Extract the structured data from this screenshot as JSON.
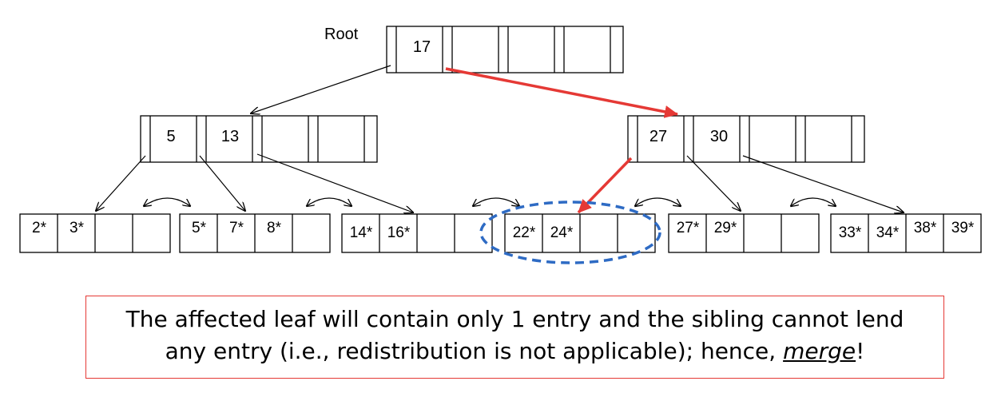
{
  "root": {
    "label": "Root",
    "keys": [
      "17",
      "",
      "",
      ""
    ]
  },
  "inner_left": {
    "keys": [
      "5",
      "13",
      "",
      ""
    ]
  },
  "inner_right": {
    "keys": [
      "27",
      "30",
      "",
      ""
    ]
  },
  "leaves": [
    {
      "entries": [
        "2*",
        "3*",
        "",
        ""
      ]
    },
    {
      "entries": [
        "5*",
        "7*",
        "8*",
        ""
      ]
    },
    {
      "entries": [
        "14*",
        "16*",
        "",
        ""
      ]
    },
    {
      "entries": [
        "22*",
        "24*",
        "",
        ""
      ]
    },
    {
      "entries": [
        "27*",
        "29*",
        "",
        ""
      ]
    },
    {
      "entries": [
        "33*",
        "34*",
        "38*",
        "39*"
      ]
    }
  ],
  "highlight": {
    "leaf_index": 3,
    "path_color": "#e53935",
    "ellipse_color": "#2e6bc4"
  },
  "caption": {
    "line1": "The affected leaf will contain only 1 entry and the sibling cannot lend",
    "line2_prefix": "any entry (i.e., redistribution is not applicable); hence, ",
    "line2_emph": "merge",
    "line2_suffix": "!",
    "border_color": "#e53935"
  }
}
